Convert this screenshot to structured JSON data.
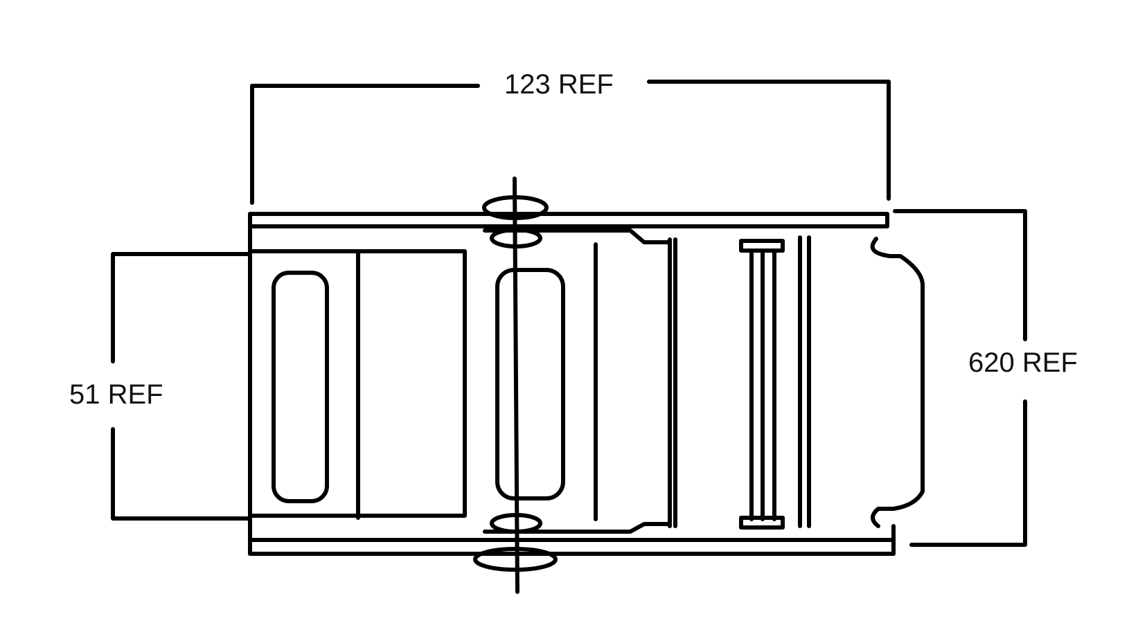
{
  "drawing": {
    "dimensions": {
      "overall_width": "123 REF",
      "overall_height": "620 REF",
      "strap_width": "51 REF"
    },
    "colors": {
      "line": "#000000",
      "background": "#ffffff"
    }
  }
}
